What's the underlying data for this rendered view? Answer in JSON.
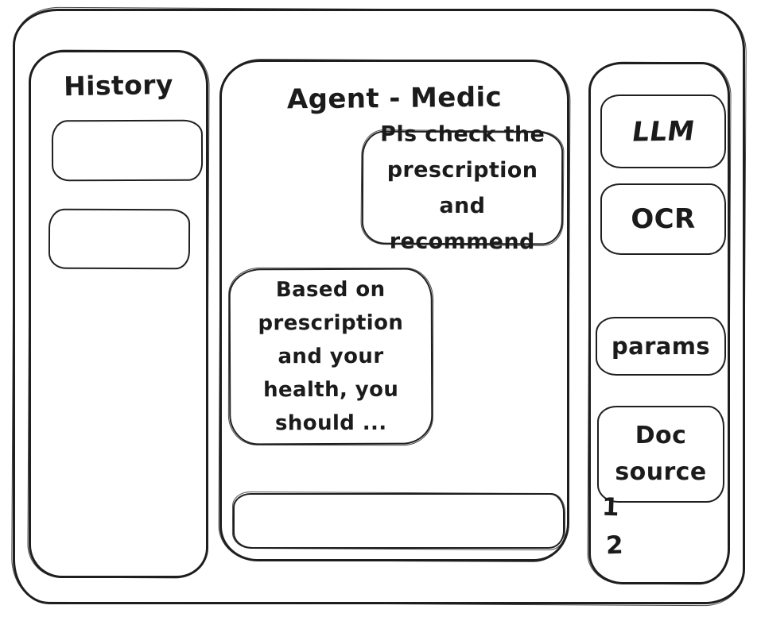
{
  "window": {
    "title": "Agent - Medic"
  },
  "colors": {
    "ink": "#1f1f1f",
    "background": "#ffffff"
  },
  "history_panel": {
    "title": "History",
    "items": [
      {
        "label": ""
      },
      {
        "label": ""
      }
    ]
  },
  "chat_panel": {
    "title": "Agent - Medic",
    "messages": [
      {
        "role": "user",
        "text": "Pls check the\nprescription\nand recommend"
      },
      {
        "role": "assistant",
        "text": "Based on\nprescription\nand your\nhealth, you\nshould ..."
      }
    ],
    "input": {
      "value": "",
      "placeholder": ""
    }
  },
  "tools_panel": {
    "llm_label": "LLM",
    "ocr_label": "OCR",
    "params_label": "params",
    "doc_source_label": "Doc\nsource",
    "doc_source_items": [
      "1",
      "2"
    ]
  }
}
